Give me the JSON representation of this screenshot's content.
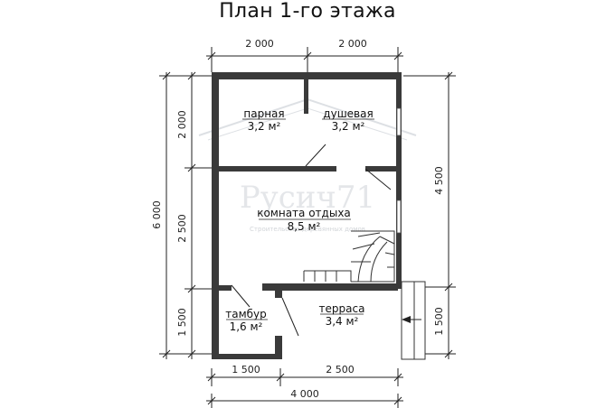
{
  "title": "План 1-го этажа",
  "watermark": {
    "logo": "Русич71",
    "tagline": "Строительство деревянных домов"
  },
  "dimensions": {
    "top_left": "2 000",
    "top_right": "2 000",
    "bottom_left": "1 500",
    "bottom_right": "2 500",
    "bottom_total": "4 000",
    "left_total": "6 000",
    "left_top": "2 000",
    "left_middle": "2 500",
    "left_bottom": "1 500",
    "right_upper": "4 500",
    "right_lower": "1 500"
  },
  "rooms": {
    "parnaya": {
      "name": "парная",
      "area": "3,2 м²"
    },
    "dushevaya": {
      "name": "душевая",
      "area": "3,2 м²"
    },
    "komnata": {
      "name": "комната отдыха",
      "area": "8,5 м²"
    },
    "tambur": {
      "name": "тамбур",
      "area": "1,6 м²"
    },
    "terrasa": {
      "name": "терраса",
      "area": "3,4 м²"
    }
  },
  "colors": {
    "wall": "#3a3a3a",
    "line": "#222222"
  }
}
